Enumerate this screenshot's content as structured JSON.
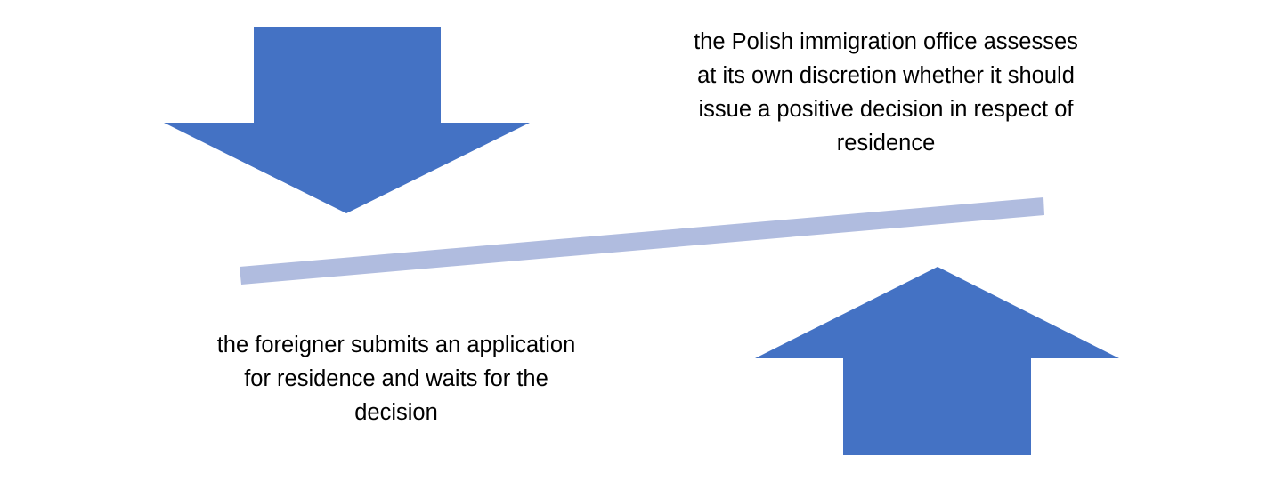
{
  "colors": {
    "arrow": "#4472C4",
    "balance_bar": "#B0BCDF",
    "text": "#000000",
    "background": "#FFFFFF"
  },
  "shapes": {
    "down_arrow": "arrow-down",
    "up_arrow": "arrow-up",
    "bar": "tilted-balance-line"
  },
  "captions": {
    "top": "the Polish immigration office assesses at its own discretion whether it should issue a positive decision in respect of residence",
    "bottom": "the foreigner submits an application for residence and waits for the decision"
  }
}
